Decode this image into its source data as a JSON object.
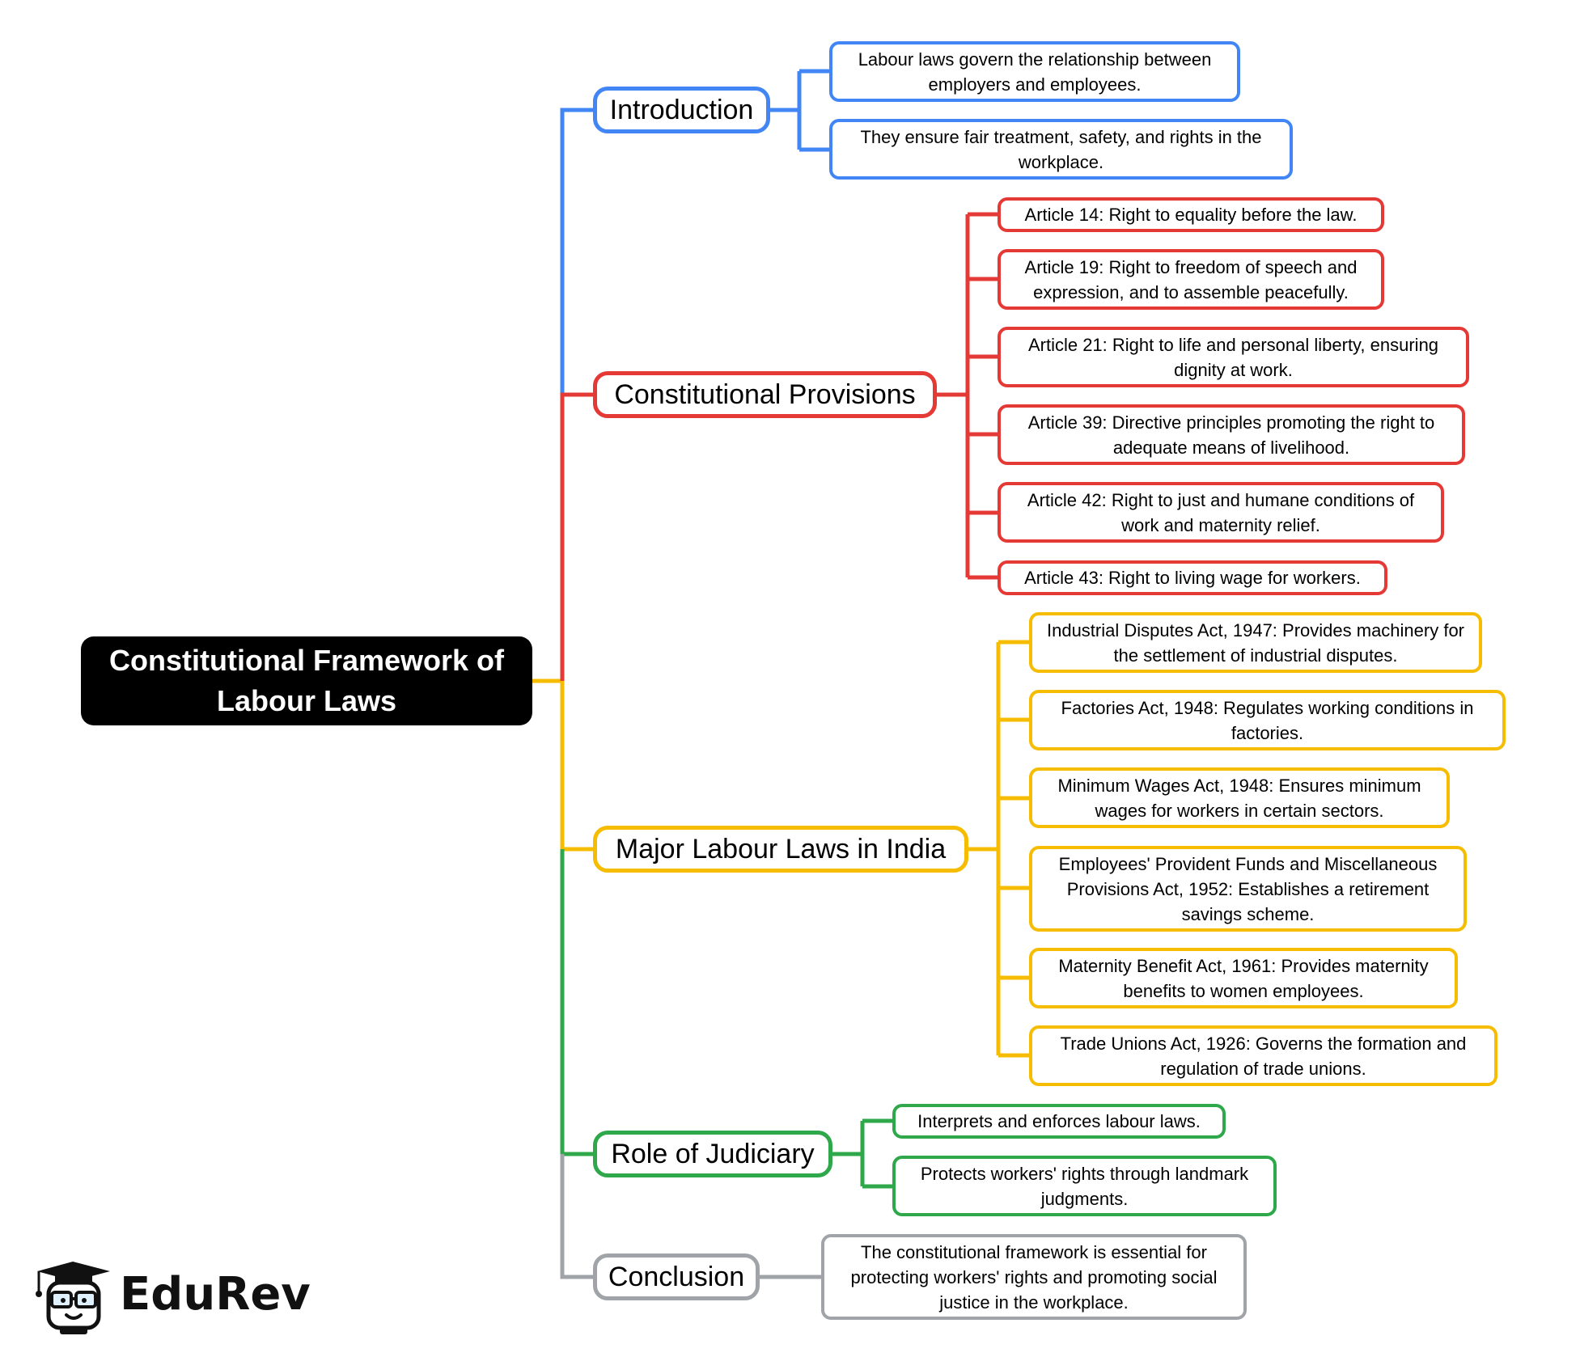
{
  "title": "Constitutional Framework of Labour Laws",
  "colors": {
    "introduction": "#4285F4",
    "constitutional_provisions": "#E53935",
    "major_labour_laws": "#F5BC00",
    "role_of_judiciary": "#2EA84A",
    "conclusion": "#A0A4A8",
    "root_fill": "#000000"
  },
  "branches": {
    "introduction": {
      "label": "Introduction",
      "items": [
        "Labour laws govern the relationship between employers and employees.",
        "They ensure fair treatment, safety, and rights in the workplace."
      ]
    },
    "constitutional_provisions": {
      "label": "Constitutional Provisions",
      "items": [
        "Article 14: Right to equality before the law.",
        "Article 19: Right to freedom of speech and expression, and to assemble peacefully.",
        "Article 21: Right to life and personal liberty, ensuring dignity at work.",
        "Article 39: Directive principles promoting the right to adequate means of livelihood.",
        "Article 42: Right to just and humane conditions of work and maternity relief.",
        "Article 43: Right to living wage for workers."
      ]
    },
    "major_labour_laws": {
      "label": "Major Labour Laws in India",
      "items": [
        "Industrial Disputes Act, 1947: Provides machinery for the settlement of industrial disputes.",
        "Factories Act, 1948: Regulates working conditions in factories.",
        "Minimum Wages Act, 1948: Ensures minimum wages for workers in certain sectors.",
        "Employees' Provident Funds and Miscellaneous Provisions Act, 1952: Establishes a retirement savings scheme.",
        "Maternity Benefit Act, 1961: Provides maternity benefits to women employees.",
        "Trade Unions Act, 1926: Governs the formation and regulation of trade unions."
      ]
    },
    "role_of_judiciary": {
      "label": "Role of Judiciary",
      "items": [
        "Interprets and enforces labour laws.",
        "Protects workers' rights through landmark judgments."
      ]
    },
    "conclusion": {
      "label": "Conclusion",
      "items": [
        "The constitutional framework is essential for protecting workers' rights and promoting social justice in the workplace."
      ]
    }
  },
  "logo": {
    "text": "EduRev",
    "icon": "graduate-mascot-icon"
  }
}
